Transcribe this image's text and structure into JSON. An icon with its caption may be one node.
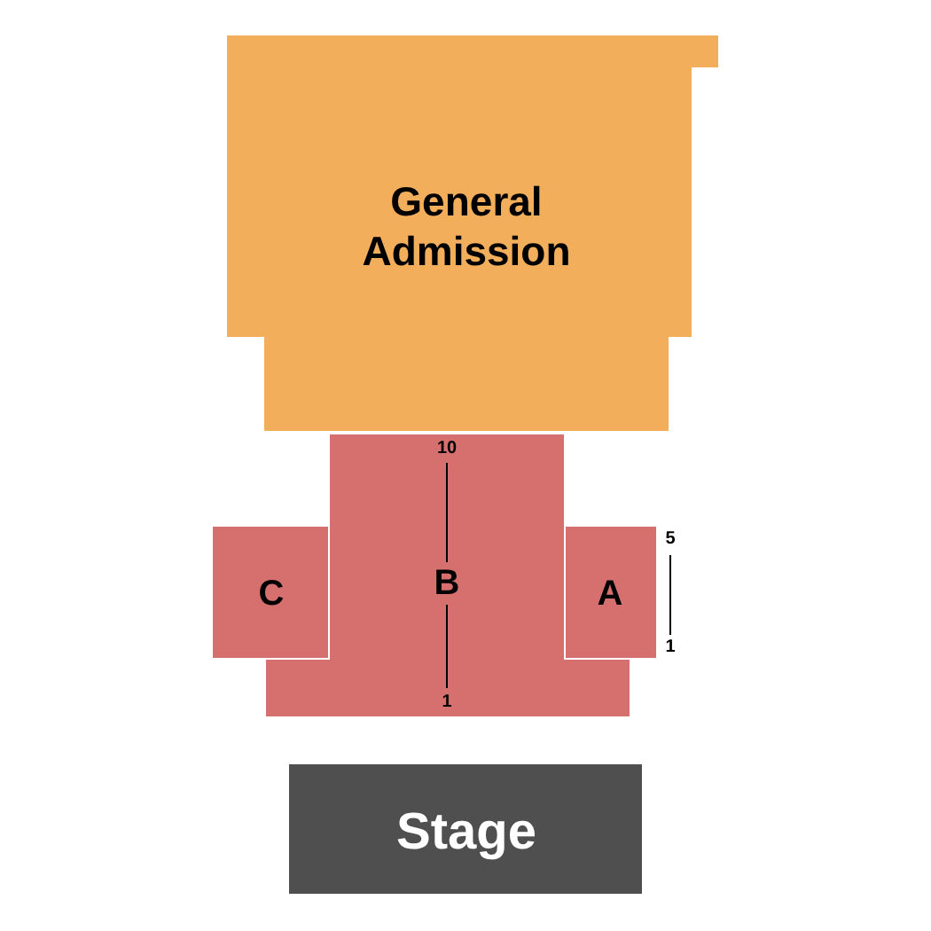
{
  "diagram": {
    "nodes": [
      {
        "text": [
          "General Admission"
        ]
      },
      {
        "text": [
          "C"
        ]
      },
      {
        "text": [
          "B"
        ]
      },
      {
        "text": [
          "A"
        ]
      },
      {
        "text": [
          "Stage"
        ]
      }
    ],
    "edges": [],
    "labels": [
      "10",
      "1",
      "5",
      "1"
    ]
  }
}
